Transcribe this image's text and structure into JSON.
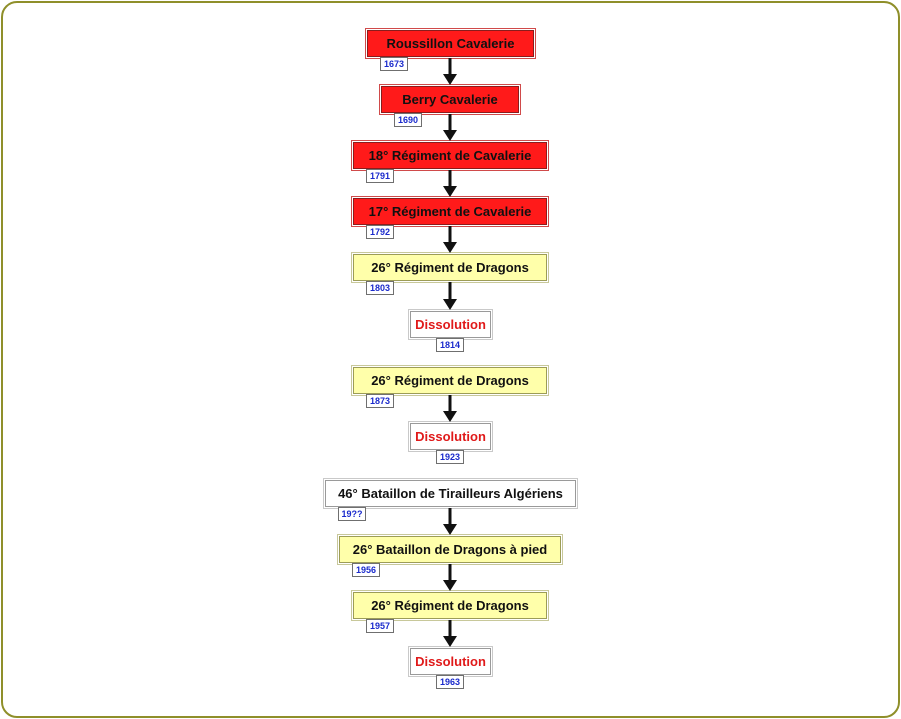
{
  "lineage": [
    {
      "label": "Roussillon Cavalerie",
      "year": "1673",
      "kind": "cavalry"
    },
    {
      "label": "Berry Cavalerie",
      "year": "1690",
      "kind": "cavalry"
    },
    {
      "label": "18° Régiment de Cavalerie",
      "year": "1791",
      "kind": "cavalry"
    },
    {
      "label": "17° Régiment de Cavalerie",
      "year": "1792",
      "kind": "cavalry"
    },
    {
      "label": "26° Régiment de Dragons",
      "year": "1803",
      "kind": "dragoons"
    },
    {
      "label": "Dissolution",
      "year": "1814",
      "kind": "dissolution"
    },
    {
      "label": "26° Régiment de Dragons",
      "year": "1873",
      "kind": "dragoons"
    },
    {
      "label": "Dissolution",
      "year": "1923",
      "kind": "dissolution"
    },
    {
      "label": "46° Bataillon de Tirailleurs Algériens",
      "year": "19??",
      "kind": "other"
    },
    {
      "label": "26° Bataillon de Dragons à pied",
      "year": "1956",
      "kind": "dragoons"
    },
    {
      "label": "26° Régiment de Dragons",
      "year": "1957",
      "kind": "dragoons"
    },
    {
      "label": "Dissolution",
      "year": "1963",
      "kind": "dissolution"
    }
  ],
  "links": [
    [
      0,
      1
    ],
    [
      1,
      2
    ],
    [
      2,
      3
    ],
    [
      3,
      4
    ],
    [
      4,
      5
    ],
    [
      6,
      7
    ],
    [
      8,
      9
    ],
    [
      9,
      10
    ],
    [
      10,
      11
    ]
  ],
  "colors": {
    "cavalry": "#ff1a1a",
    "dragoons": "#ffffaa",
    "other": "#ffffff",
    "dissolution_text": "#e01a1a",
    "year_text": "#1a2acc",
    "frame_border": "#8f8f2a"
  }
}
